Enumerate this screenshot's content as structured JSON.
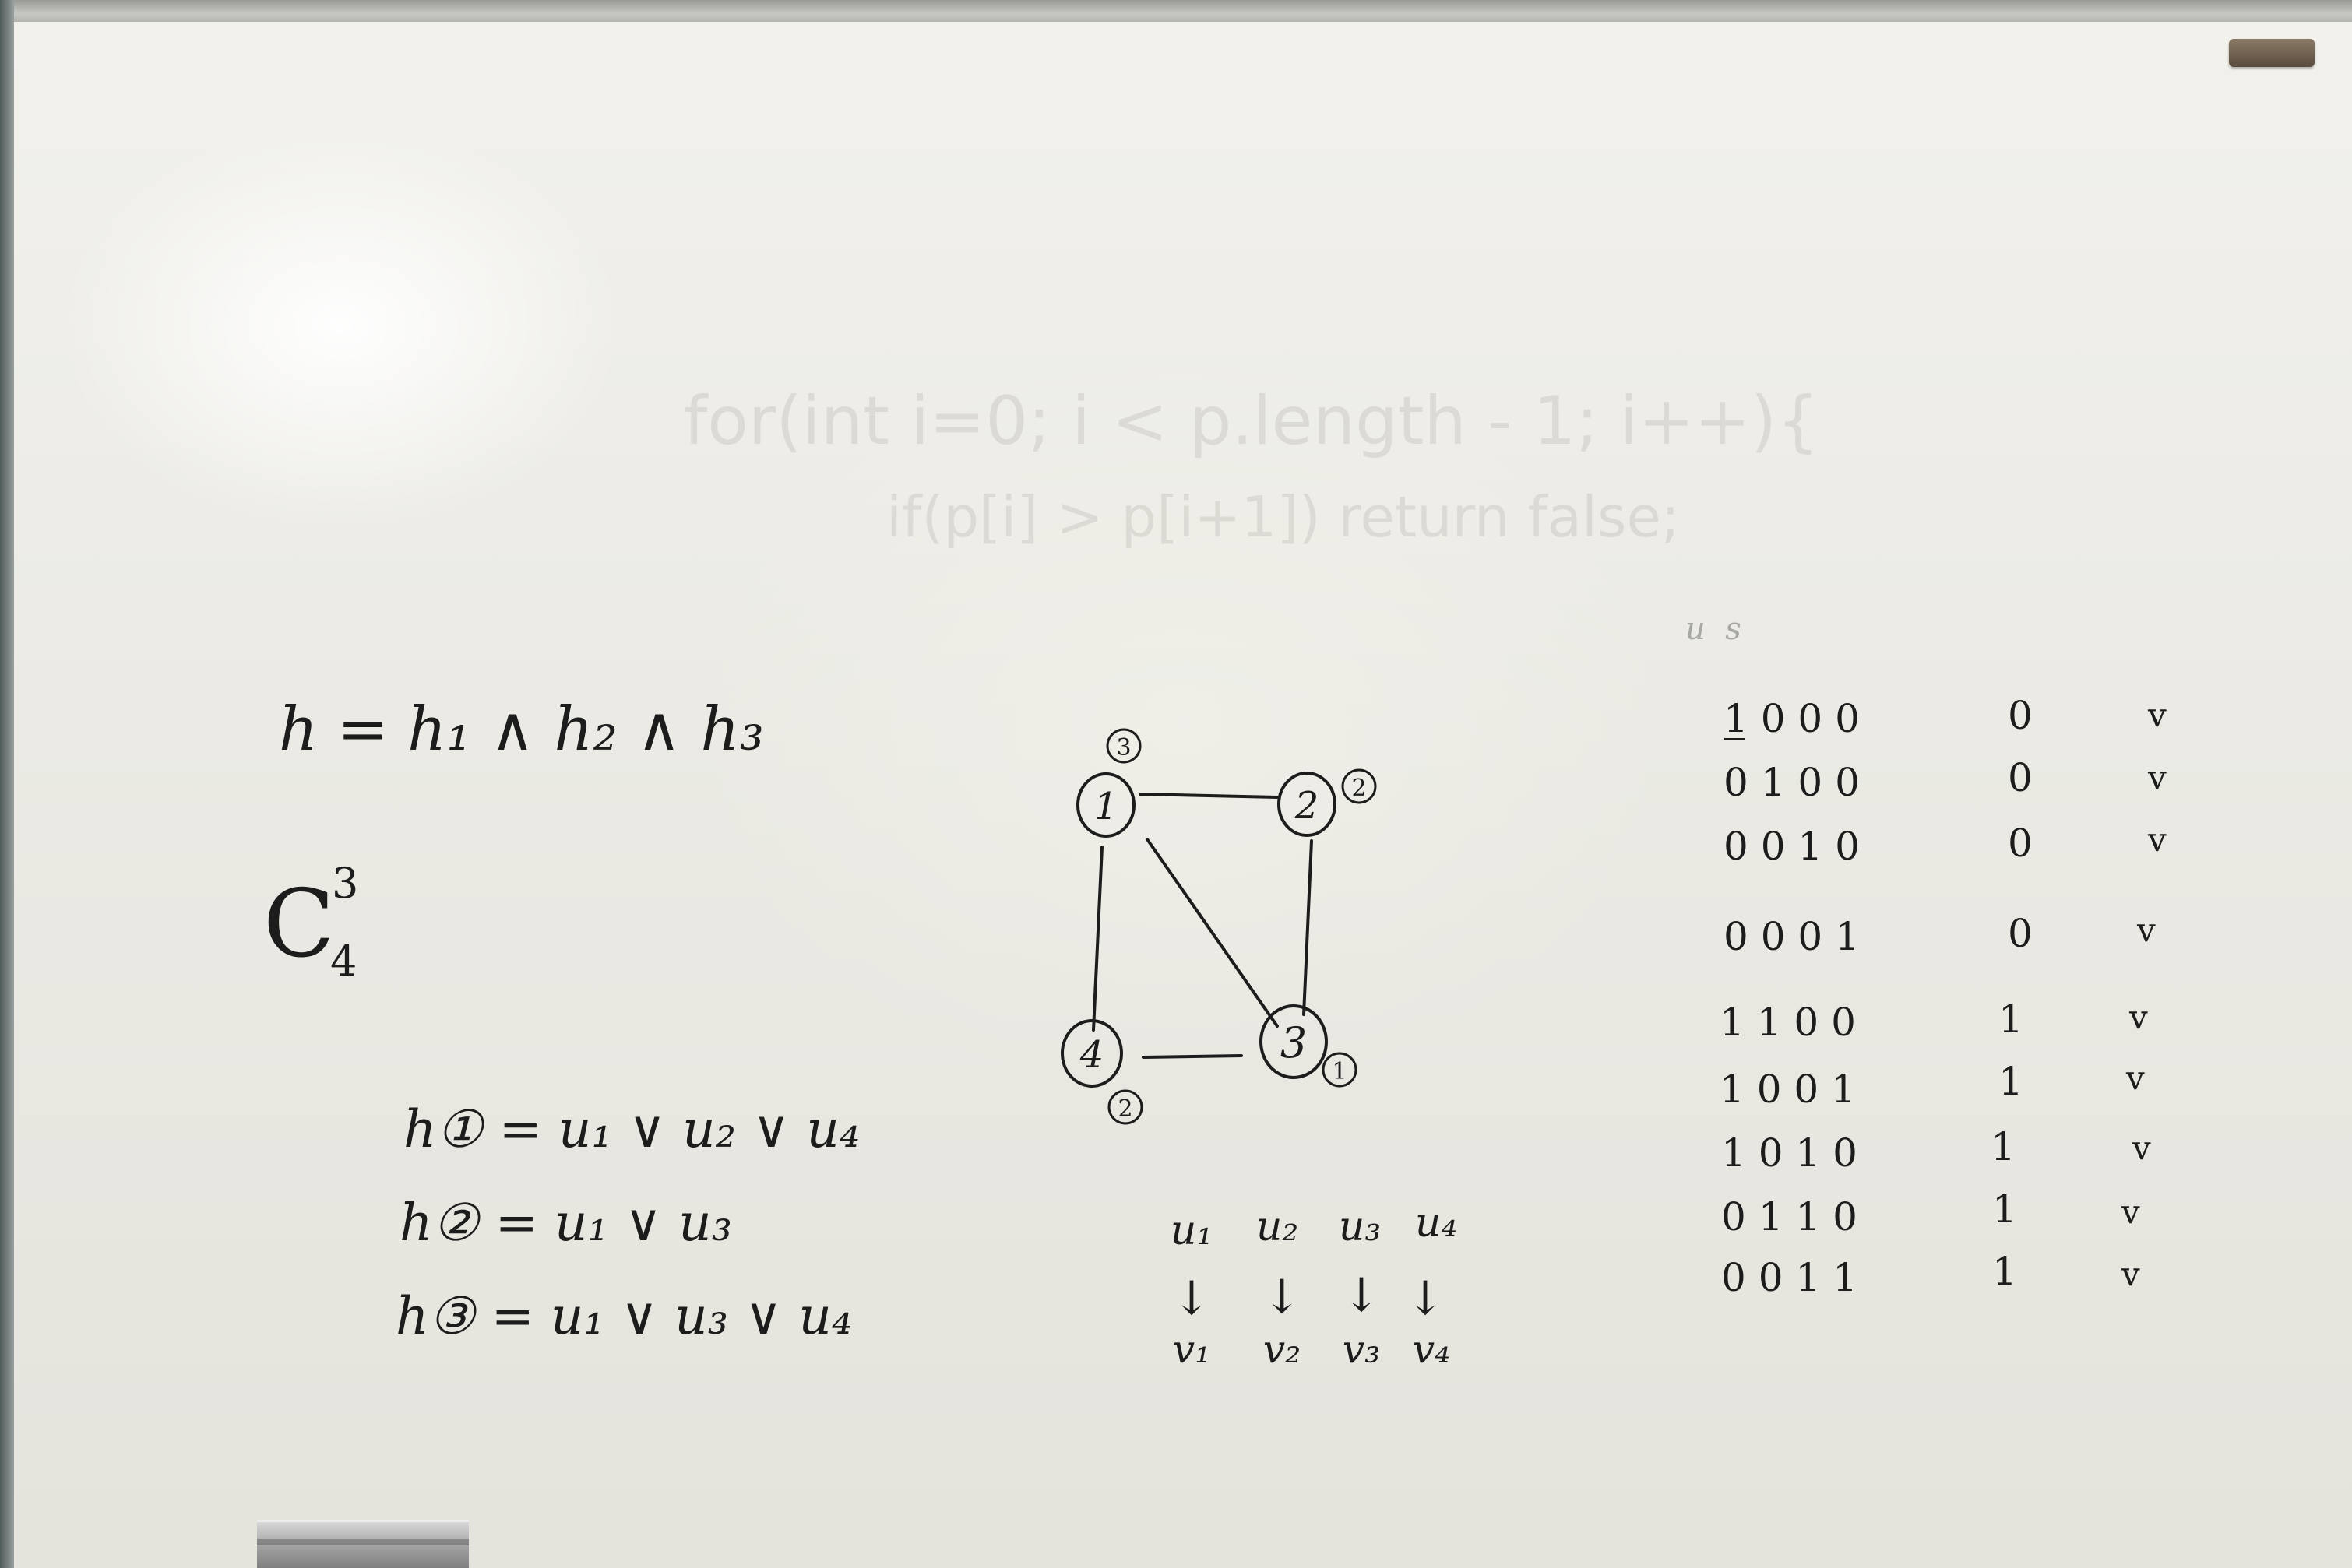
{
  "board": {
    "formula_h": "h = h₁ ∧ h₂ ∧ h₃",
    "combination": {
      "letter": "C",
      "superscript": "3",
      "subscript": "4"
    },
    "formula_h1": "h① = u₁ ∨ u₂ ∨ u₄",
    "formula_h2": "h② = u₁ ∨ u₃",
    "formula_h3": "h③ = u₁ ∨ u₃ ∨ u₄"
  },
  "graph": {
    "nodes": [
      {
        "label": "1",
        "weight": "3"
      },
      {
        "label": "2",
        "weight": "2"
      },
      {
        "label": "3",
        "weight": "1"
      },
      {
        "label": "4",
        "weight": "2"
      }
    ],
    "edges": [
      [
        "1",
        "2"
      ],
      [
        "1",
        "3"
      ],
      [
        "1",
        "4"
      ],
      [
        "2",
        "3"
      ],
      [
        "4",
        "3"
      ]
    ]
  },
  "mapping": {
    "top": [
      "u₁",
      "u₂",
      "u₃",
      "u₄"
    ],
    "arrows": [
      "↓",
      "↓",
      "↓",
      "↓"
    ],
    "bottom": [
      "v₁",
      "v₂",
      "v₃",
      "v₄"
    ]
  },
  "table": {
    "header": "u  s",
    "rows": [
      {
        "bits": "1 0 0 0",
        "value": "0",
        "check": "v"
      },
      {
        "bits": "0 1 0 0",
        "value": "0",
        "check": "v"
      },
      {
        "bits": "0 0 1 0",
        "value": "0",
        "check": "v"
      },
      {
        "bits": "0 0 0 1",
        "value": "0",
        "check": "v"
      },
      {
        "bits": "1 1 0 0",
        "value": "1",
        "check": "v"
      },
      {
        "bits": "1 0 0 1",
        "value": "1",
        "check": "v"
      },
      {
        "bits": "1 0 1 0",
        "value": "1",
        "check": "v"
      },
      {
        "bits": "0 1 1 0",
        "value": "1",
        "check": "v"
      },
      {
        "bits": "0 0 1 1",
        "value": "1",
        "check": "v"
      }
    ]
  },
  "faint_background": {
    "code_line_1": "for(int i=0; i < p.length - 1; i++){",
    "code_line_2": "if(p[i] > p[i+1]) return false;"
  }
}
